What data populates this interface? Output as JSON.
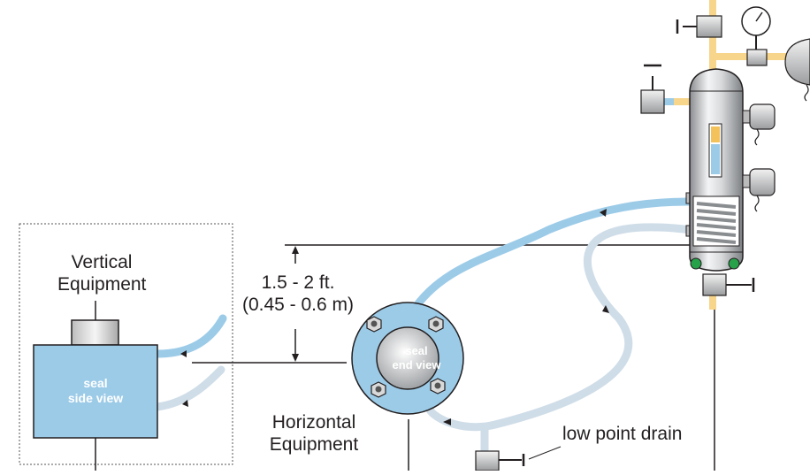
{
  "labels": {
    "vertical_equipment_line1": "Vertical",
    "vertical_equipment_line2": "Equipment",
    "seal_side_view_line1": "seal",
    "seal_side_view_line2": "side view",
    "height_ft": "1.5 - 2 ft.",
    "height_m": "(0.45 - 0.6 m)",
    "seal_end_view_line1": "seal",
    "seal_end_view_line2": "end view",
    "horizontal_equipment_line1": "Horizontal",
    "horizontal_equipment_line2": "Equipment",
    "low_point_drain": "low point drain"
  },
  "colors": {
    "hot_line": "#9ccbe8",
    "cold_line": "#cfdde8",
    "seal_body": "#9ccbe8",
    "gas_line": "#f7d58a",
    "outline": "#231f20"
  }
}
